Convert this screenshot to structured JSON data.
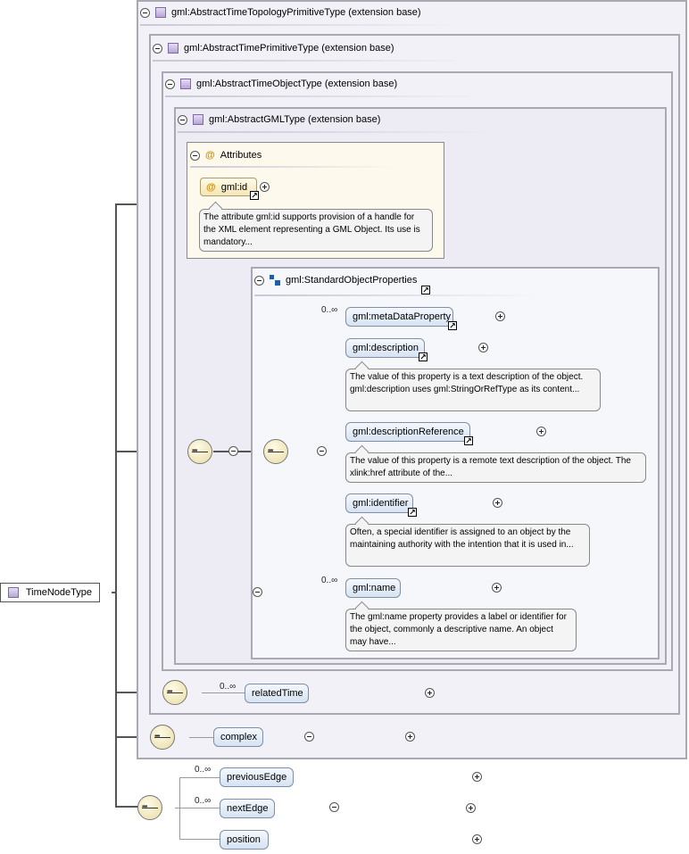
{
  "root": {
    "label": "TimeNodeType"
  },
  "extensions": {
    "l1": "gml:AbstractTimeTopologyPrimitiveType (extension base)",
    "l2": "gml:AbstractTimePrimitiveType (extension base)",
    "l3": "gml:AbstractTimeObjectType (extension base)",
    "l4": "gml:AbstractGMLType (extension base)"
  },
  "attributes": {
    "header": "Attributes",
    "at_symbol": "@",
    "id_label": "gml:id",
    "id_doc": "The attribute gml:id supports provision of a handle for the XML element representing a GML Object. Its use is mandatory..."
  },
  "group": {
    "label": "gml:StandardObjectProperties",
    "elements": [
      {
        "label": "gml:metaDataProperty",
        "occurrence": "0..∞",
        "doc": ""
      },
      {
        "label": "gml:description",
        "occurrence": "",
        "doc": "The value of this property is a text description of the object. gml:description uses gml:StringOrRefType as its content..."
      },
      {
        "label": "gml:descriptionReference",
        "occurrence": "",
        "doc": "The value of this property is a remote text description of the object. The xlink:href attribute of the..."
      },
      {
        "label": "gml:identifier",
        "occurrence": "",
        "doc": "Often, a special identifier is assigned to an object by the maintaining authority with the intention that it is used in..."
      },
      {
        "label": "gml:name",
        "occurrence": "0..∞",
        "doc": "The gml:name property provides a label or identifier for the object, commonly a descriptive name. An object may have..."
      }
    ]
  },
  "related": {
    "label": "relatedTime",
    "occurrence": "0..∞"
  },
  "complex": {
    "label": "complex"
  },
  "edges": [
    {
      "label": "previousEdge",
      "occurrence": "0..∞"
    },
    {
      "label": "nextEdge",
      "occurrence": "0..∞"
    },
    {
      "label": "position",
      "occurrence": ""
    }
  ],
  "colors": {
    "extension_border": "#a9a9b4",
    "element_fill": "#d6e3f2",
    "attribute_fill": "#f3e6b6",
    "group_icon": "#1f5fa7"
  },
  "icons": [
    "collapse-icon",
    "expand-icon",
    "complex-type-icon",
    "sequence-icon",
    "link-icon",
    "group-icon",
    "attribute-icon"
  ]
}
